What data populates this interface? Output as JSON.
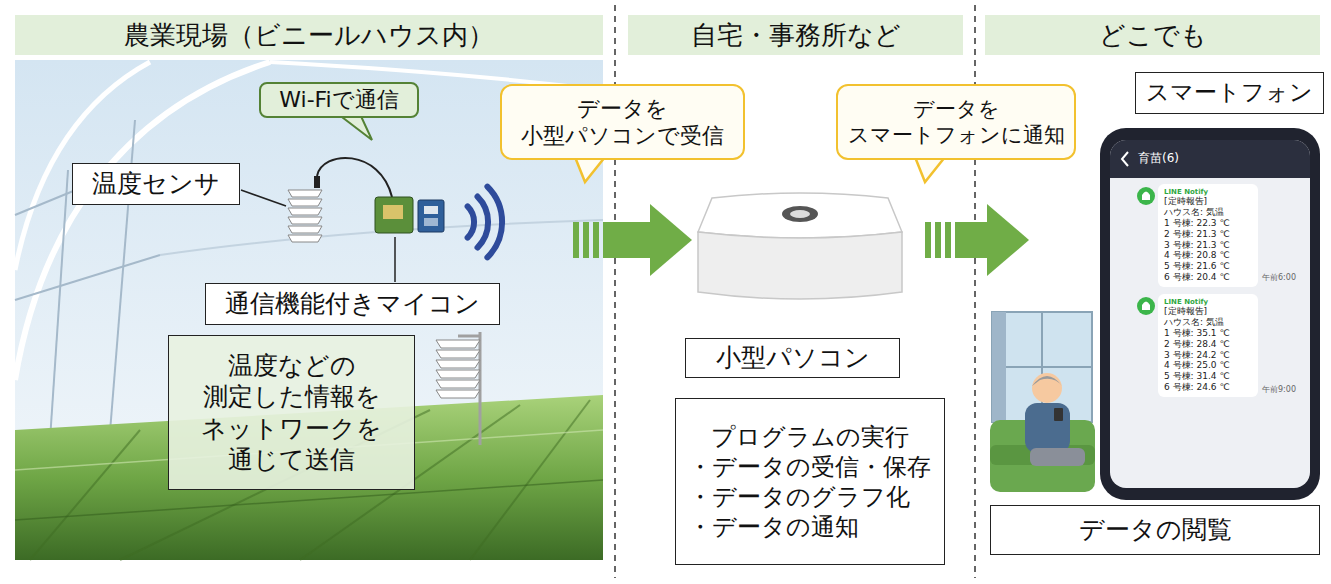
{
  "diagram": {
    "nodes": [
      {
        "text": [
          "農業現場（ビニールハウス内）"
        ]
      },
      {
        "text": [
          "Wi-Fiで通信"
        ]
      },
      {
        "text": [
          "温度センサ"
        ]
      },
      {
        "text": [
          "通信機能付きマイコン"
        ]
      },
      {
        "text": [
          "温度などの 測定した情報を ネットワークを 通じて送信"
        ]
      },
      {
        "text": [
          "自宅・事務所など"
        ]
      },
      {
        "text": [
          "データを 小型パソコンで受信"
        ]
      },
      {
        "text": [
          "小型パソコン"
        ]
      },
      {
        "text": [
          "プログラムの実行",
          "・データの受信・保存",
          "・データのグラフ化",
          "・データの通知"
        ]
      },
      {
        "text": [
          "どこでも"
        ]
      },
      {
        "text": [
          "データを スマートフォンに通知"
        ]
      },
      {
        "text": [
          "スマートフォン"
        ]
      },
      {
        "text": [
          "LINE Notify",
          "[定時報告]",
          "ハウス名: 気温",
          "1 号棟: 22.3 ℃",
          "2 号棟: 21.3 ℃",
          "3 号棟: 21.3 ℃",
          "4 号棟: 20.8 ℃",
          "5 号棟: 21.6 ℃",
          "6 号棟: 20.4 ℃"
        ]
      },
      {
        "text": [
          "LINE Notify",
          "[定時報告]",
          "ハウス名: 気温",
          "1 号棟: 35.1 ℃",
          "2 号棟: 28.4 ℃",
          "3 号棟: 24.2 ℃",
          "4 号棟: 25.0 ℃",
          "5 号棟: 31.4 ℃",
          "6 号棟: 24.6 ℃"
        ]
      },
      {
        "text": [
          "データの閲覧"
        ]
      }
    ],
    "labels": [
      "育苗(6)",
      "午前6:00",
      "午前9:00"
    ]
  }
}
